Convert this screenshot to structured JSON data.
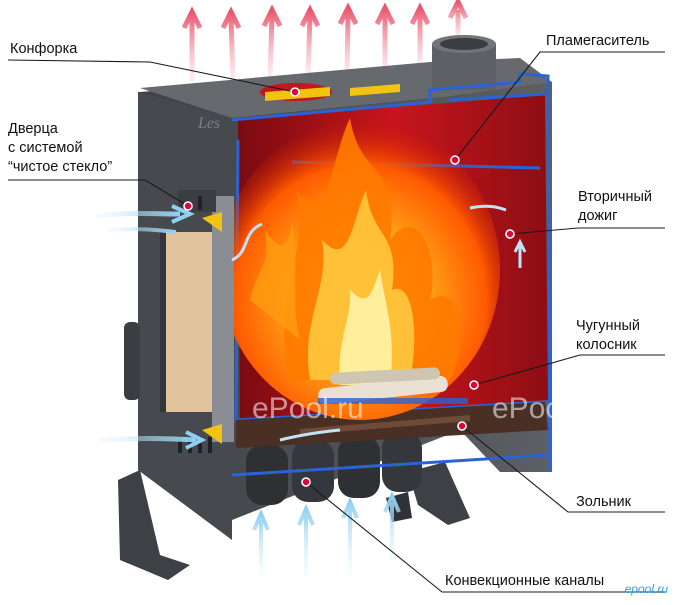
{
  "labels": {
    "konforka": "Конфорка",
    "dverca_1": "Дверца",
    "dverca_2": "с системой",
    "dverca_3": "“чистое стекло”",
    "plamegasitel": "Пламегаситель",
    "vtorichny_1": "Вторичный",
    "vtorichny_2": "дожиг",
    "kolosnik_1": "Чугунный",
    "kolosnik_2": "колосник",
    "zolnik": "Зольник",
    "konvekcia": "Конвекционные каналы"
  },
  "brand_engraving": "Les",
  "watermarks": [
    "ePool.ru",
    "ePool.ru",
    "ePool.ru"
  ],
  "corner_mark": "epool.ru",
  "colors": {
    "stove_body": "#55585c",
    "firebox": "#b8121a",
    "blue_channel": "#2b63d6",
    "flame": "#ff8a00",
    "air_arrow": "#bfe4f7",
    "heat_arrow": "#f08a9a",
    "marker": "#e0003a"
  }
}
